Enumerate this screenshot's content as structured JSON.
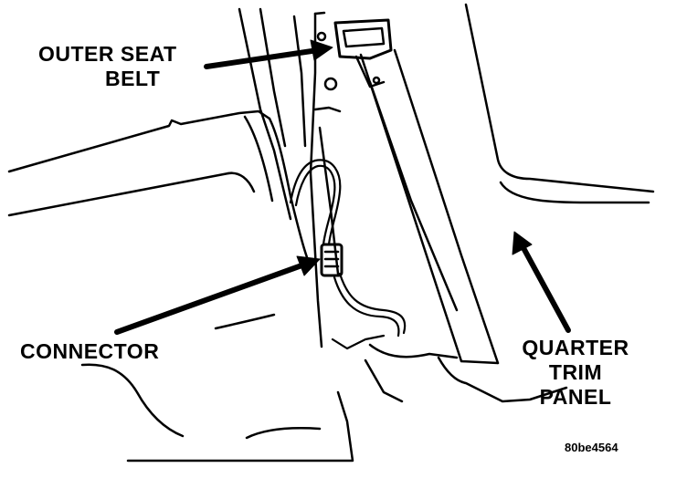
{
  "labels": {
    "outer_seat_belt_line1": "OUTER SEAT",
    "outer_seat_belt_line2": "BELT",
    "connector": "CONNECTOR",
    "quarter_trim_line1": "QUARTER",
    "quarter_trim_line2": "TRIM",
    "quarter_trim_line3": "PANEL"
  },
  "figure_code": "80be4564",
  "colors": {
    "ink": "#000000",
    "paper": "#ffffff"
  }
}
